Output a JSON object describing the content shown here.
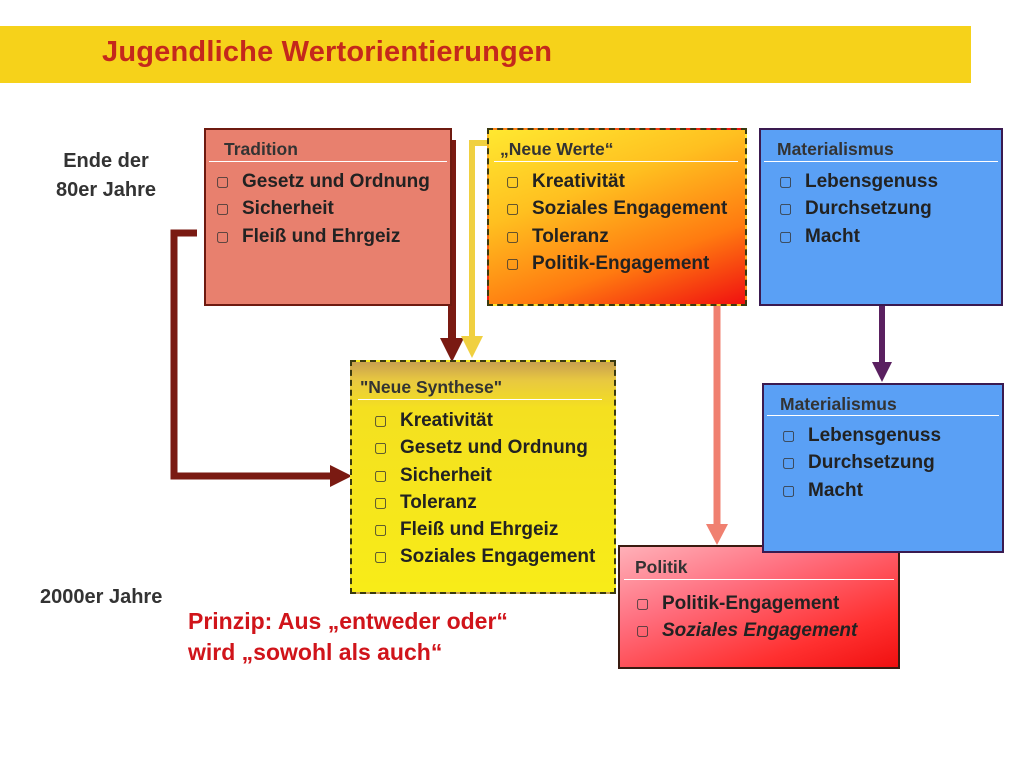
{
  "title": "Jugendliche Wertorientierungen",
  "labels": {
    "period_top": [
      "Ende der",
      "80er Jahre"
    ],
    "period_bottom": "2000er Jahre"
  },
  "boxes": {
    "tradition": {
      "title": "Tradition",
      "items": [
        "Gesetz und Ordnung",
        "Sicherheit",
        "Fleiß und Ehrgeiz"
      ]
    },
    "neue_werte": {
      "title": "„Neue Werte“",
      "items": [
        "Kreativität",
        "Soziales Engagement",
        "Toleranz",
        "Politik-Engagement"
      ]
    },
    "materialismus_top": {
      "title": "Materialismus",
      "items": [
        "Lebensgenuss",
        "Durchsetzung",
        "Macht"
      ]
    },
    "neue_synthese": {
      "title": "\"Neue Synthese\"",
      "items": [
        "Kreativität",
        "Gesetz und Ordnung",
        "Sicherheit",
        "Toleranz",
        "Fleiß und Ehrgeiz",
        "Soziales Engagement"
      ]
    },
    "materialismus_bottom": {
      "title": "Materialismus",
      "items": [
        "Lebensgenuss",
        "Durchsetzung",
        "Macht"
      ]
    },
    "politik": {
      "title": "Politik",
      "items": [
        "Politik-Engagement",
        "Soziales Engagement"
      ]
    }
  },
  "principle": [
    "Prinzip: Aus „entweder oder“",
    "wird „sowohl als auch“"
  ],
  "colors": {
    "title_bar": "#f6d21a",
    "title_text": "#c4281c",
    "tradition": "#e8806e",
    "materialismus": "#5aa0f5",
    "arrow_tradition": "#7a1a12",
    "arrow_neue_werte": "#f0d040",
    "arrow_politik": "#f08070",
    "arrow_materialismus": "#5a2060",
    "principle_text": "#d0141a"
  }
}
